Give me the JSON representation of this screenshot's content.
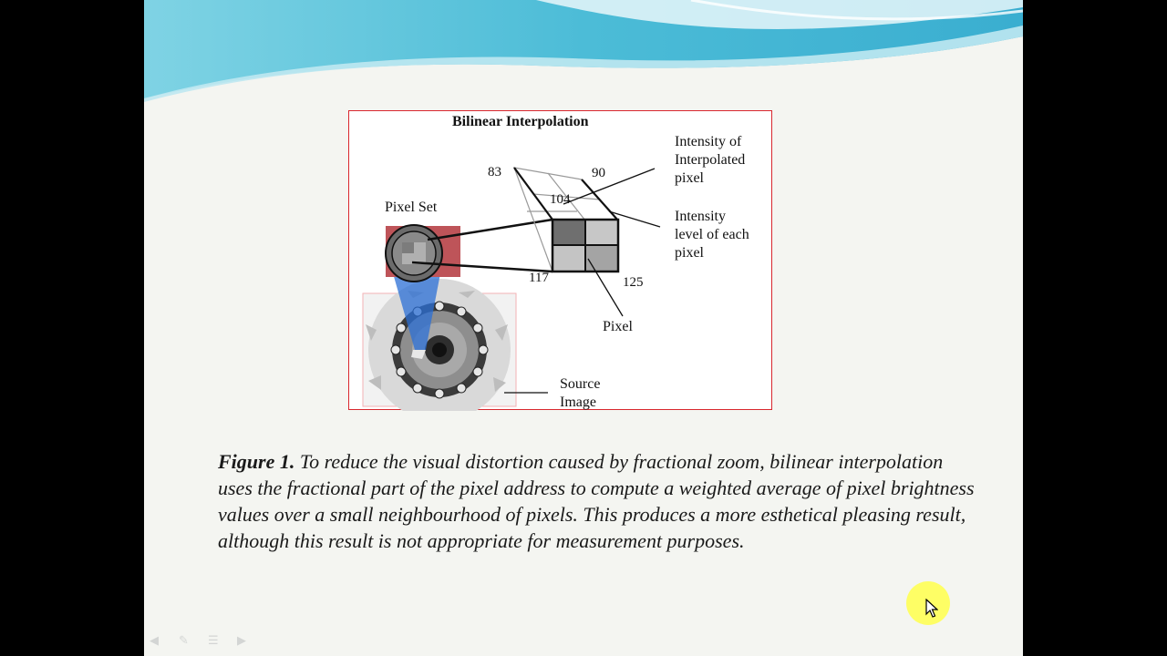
{
  "diagram": {
    "title": "Bilinear Interpolation",
    "labels": {
      "pixel_set": "Pixel Set",
      "intensity_interpolated": "Intensity of\nInterpolated\npixel",
      "intensity_level": "Intensity\nlevel of each\npixel",
      "pixel": "Pixel",
      "source_image": "Source\nImage"
    },
    "values": {
      "top_left": "83",
      "top_right": "90",
      "center": "104",
      "bottom_left": "117",
      "bottom_right": "125"
    }
  },
  "caption": {
    "label": "Figure 1.",
    "text": " To reduce the visual distortion caused by fractional zoom, bilinear interpolation uses the fractional part of the pixel address to compute a weighted average of pixel brightness values over a small neighbourhood of pixels. This produces a more esthetical pleasing result, although this result is not appropriate for measurement purposes."
  },
  "colors": {
    "frame_border": "#d9272e",
    "header_blue": "#5bc3da",
    "pointer_highlight": "#ffff55"
  },
  "icons": [
    "previous-arrow-icon",
    "pen-icon",
    "menu-icon",
    "next-arrow-icon"
  ]
}
